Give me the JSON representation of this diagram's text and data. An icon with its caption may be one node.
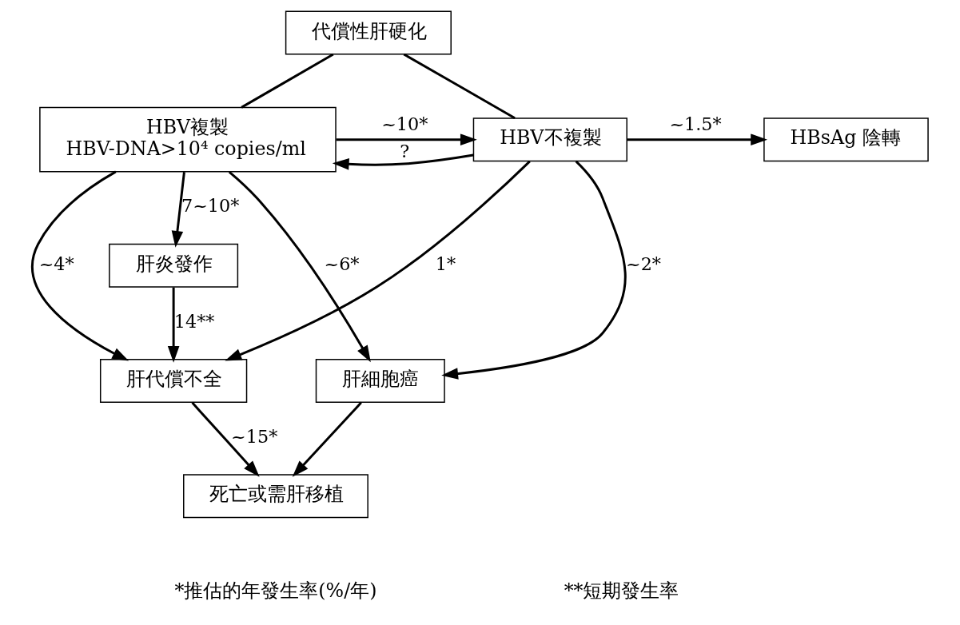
{
  "diagram": {
    "nodes": [
      {
        "text": [
          "代償性肝硬化"
        ]
      },
      {
        "text": [
          "HBV複製",
          "HBV-DNA>10⁴ copies/ml"
        ]
      },
      {
        "text": [
          "HBV不複製"
        ]
      },
      {
        "text": [
          "HBsAg 陰轉"
        ]
      },
      {
        "text": [
          "肝炎發作"
        ]
      },
      {
        "text": [
          "肝代償不全"
        ]
      },
      {
        "text": [
          "肝細胞癌"
        ]
      },
      {
        "text": [
          "死亡或需肝移植"
        ]
      }
    ],
    "edges": [
      {
        "from": 0,
        "to": 1,
        "arrow": "none"
      },
      {
        "from": 0,
        "to": 2,
        "arrow": "none"
      },
      {
        "from": 1,
        "to": 2,
        "arrow": "to",
        "label": "~10*"
      },
      {
        "from": 2,
        "to": 1,
        "arrow": "to",
        "label": "?"
      },
      {
        "from": 2,
        "to": 3,
        "arrow": "to",
        "label": "~1.5*"
      },
      {
        "from": 1,
        "to": 4,
        "arrow": "to",
        "label": "7~10*"
      },
      {
        "from": 1,
        "to": 5,
        "arrow": "to",
        "label": "~4*"
      },
      {
        "from": 4,
        "to": 5,
        "arrow": "to",
        "label": "14**"
      },
      {
        "from": 2,
        "to": 5,
        "arrow": "to",
        "label": "1*"
      },
      {
        "from": 1,
        "to": 6,
        "arrow": "to",
        "label": "~6*"
      },
      {
        "from": 2,
        "to": 6,
        "arrow": "to",
        "label": "~2*"
      },
      {
        "from": 5,
        "to": 7,
        "arrow": "to",
        "label": "~15*"
      },
      {
        "from": 6,
        "to": 7,
        "arrow": "to"
      }
    ],
    "labels": [
      "*推估的年發生率(%/年)",
      "**短期發生率"
    ]
  }
}
